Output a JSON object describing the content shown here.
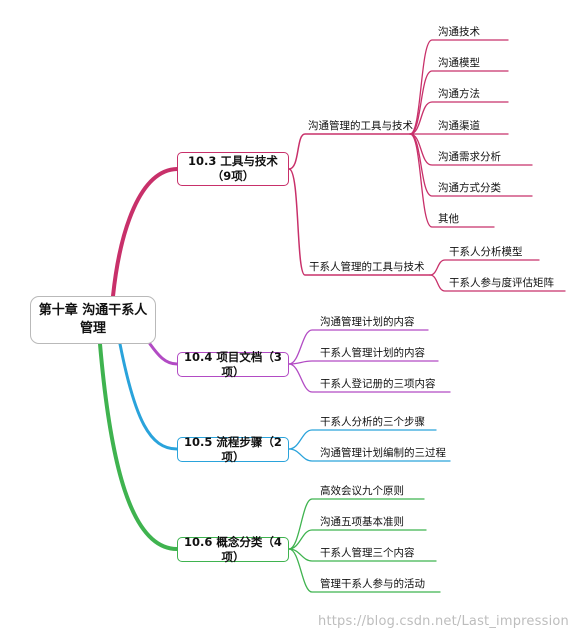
{
  "root": {
    "label": "第十章 沟通干系人管理"
  },
  "branches": [
    {
      "label": "10.3 工具与技术（9项）",
      "color": "#c8306a",
      "subgroups": [
        {
          "label": "沟通管理的工具与技术",
          "items": [
            "沟通技术",
            "沟通模型",
            "沟通方法",
            "沟通渠道",
            "沟通需求分析",
            "沟通方式分类",
            "其他"
          ]
        },
        {
          "label": "干系人管理的工具与技术",
          "items": [
            "干系人分析模型",
            "干系人参与度评估矩阵"
          ]
        }
      ]
    },
    {
      "label": "10.4 项目文档（3项）",
      "color": "#b24bc4",
      "items": [
        "沟通管理计划的内容",
        "干系人管理计划的内容",
        "干系人登记册的三项内容"
      ]
    },
    {
      "label": "10.5 流程步骤（2项）",
      "color": "#2aa3db",
      "items": [
        "干系人分析的三个步骤",
        "沟通管理计划编制的三过程"
      ]
    },
    {
      "label": "10.6 概念分类（4项）",
      "color": "#3fb34f",
      "items": [
        "高效会议九个原则",
        "沟通五项基本准则",
        "干系人管理三个内容",
        "管理干系人参与的活动"
      ]
    }
  ],
  "watermark": "https://blog.csdn.net/Last_impression"
}
